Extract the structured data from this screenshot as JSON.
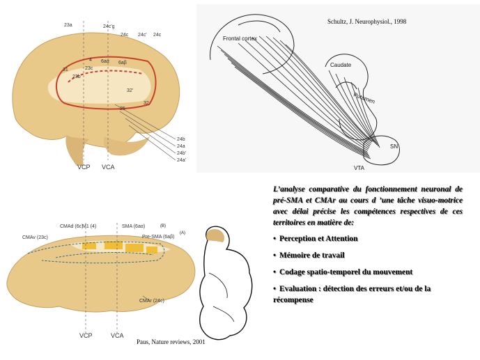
{
  "top_left": {
    "labels_top": [
      "23a",
      "24c'g",
      "24c",
      "24c'",
      "24c",
      "4",
      "6aα",
      "6aβ",
      "31",
      "23b",
      "23c",
      "32'",
      "32",
      "25"
    ],
    "labels_right": [
      "24b",
      "24a",
      "24b'",
      "24a'"
    ],
    "line_labels": [
      "VCP",
      "VCA"
    ]
  },
  "top_right": {
    "citation": "Schultz, J. Neurophysiol., 1998",
    "labels": [
      "Frontal cortex",
      "Caudate",
      "Putamen",
      "SN",
      "VTA"
    ]
  },
  "bottom_left": {
    "labels": [
      "CMAd (6c)",
      "M1 (4)",
      "SMA (6aα)",
      "CMAv (23c)",
      "Pre-SMA (6aβ)",
      "CMAr (24c)"
    ],
    "markers": [
      "(B)",
      "(A)"
    ],
    "line_labels": [
      "VCP",
      "VCA"
    ],
    "citation": "Paus, Nature reviews, 2001"
  },
  "text_panel": {
    "intro": "L’analyse comparative du fonctionnement neuronal de pré-SMA et CMAr au cours d ’une tâche visuo-motrice avec délai précise les compétences respectives de ces territoires en matière de:",
    "bullets": [
      "Perception et Attention",
      "Mémoire de travail",
      "Codage spatio-temporel du mouvement",
      "Evaluation : détection des erreurs et/ou de la récompense"
    ]
  },
  "colors": {
    "brain_fill": "#e8c98a",
    "brain_light": "#f6e6c2",
    "red_outline": "#c8402a",
    "blue_dashed": "#2d6b8a",
    "highlight": "#f0b92a"
  }
}
